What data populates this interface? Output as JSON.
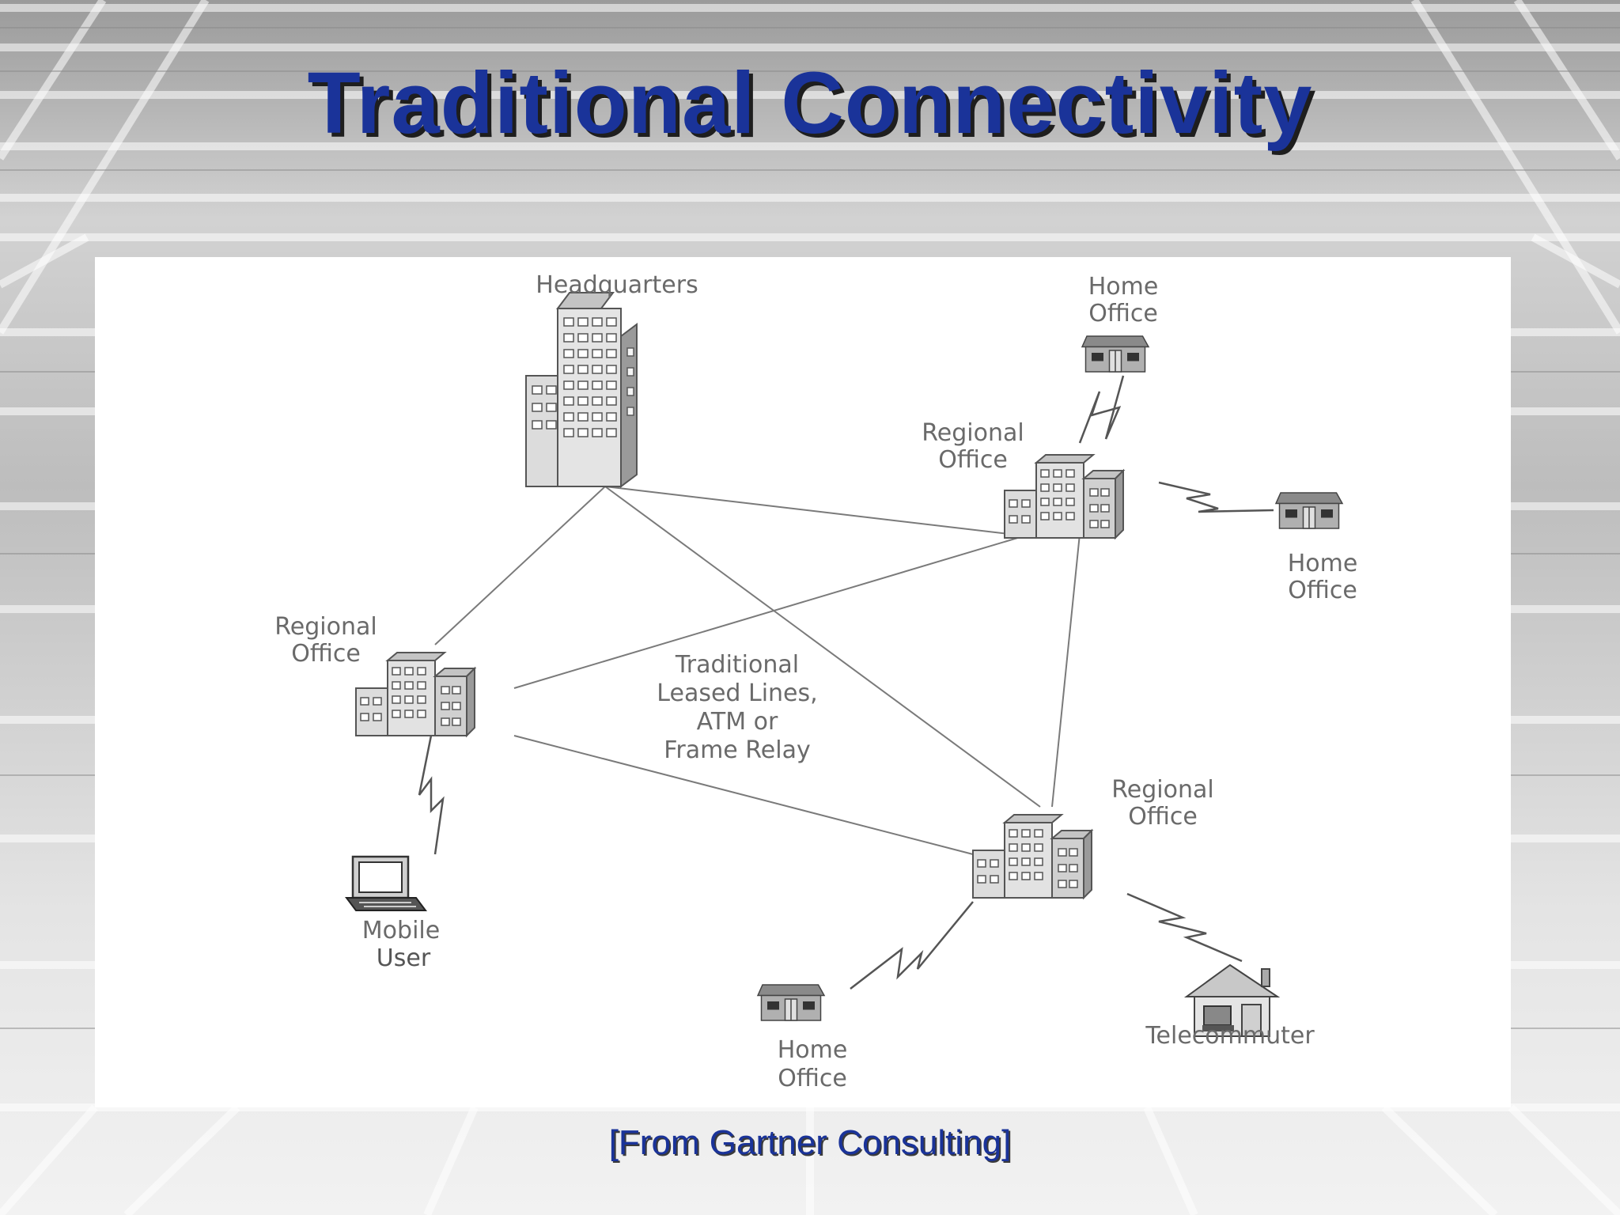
{
  "slide": {
    "title": "Traditional Connectivity",
    "caption": "[From Gartner Consulting]"
  },
  "diagram": {
    "headquarters": "Headquarters",
    "regional_office_ne": [
      "Regional",
      "Office"
    ],
    "regional_office_w": [
      "Regional",
      "Office"
    ],
    "regional_office_se": [
      "Regional",
      "Office"
    ],
    "home_office_top": [
      "Home",
      "Office"
    ],
    "home_office_right": [
      "Home",
      "Office"
    ],
    "home_office_bottom": [
      "Home",
      "Office"
    ],
    "mobile_user": [
      "Mobile",
      "User"
    ],
    "telecommuter": "Telecommuter",
    "network_label": [
      "Traditional",
      "Leased Lines,",
      "ATM or",
      "Frame Relay"
    ]
  }
}
